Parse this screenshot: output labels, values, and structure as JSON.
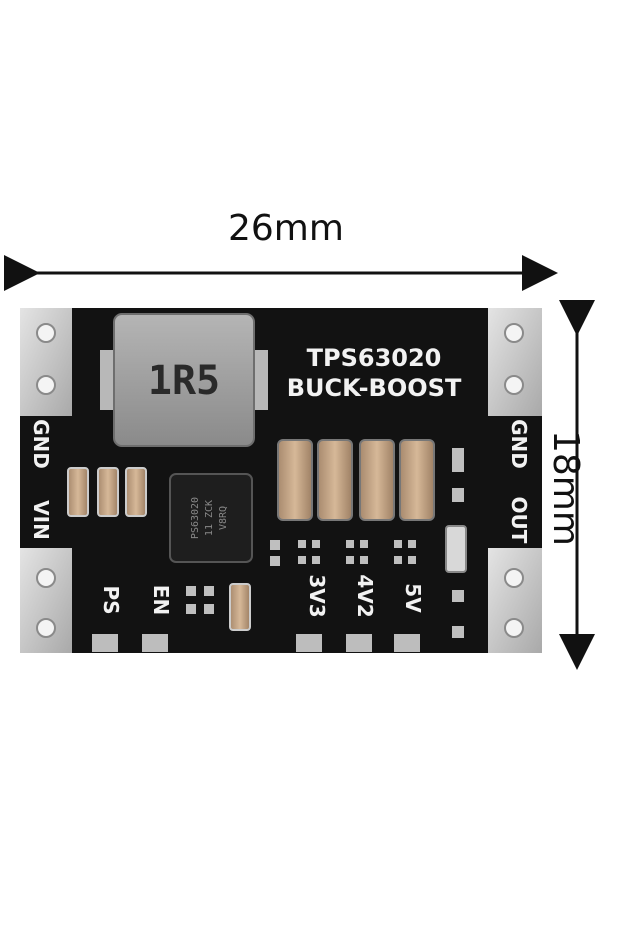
{
  "dimensions": {
    "width": "26mm",
    "height": "18mm"
  },
  "board": {
    "title_line1": "TPS63020",
    "title_line2": "BUCK-BOOST",
    "inductor_marking": "1R5",
    "chip_marking_1": "PS63020",
    "chip_marking_2": "11 ZCK",
    "chip_marking_3": "V8RQ",
    "left_labels": {
      "gnd": "GND",
      "vin": "VIN"
    },
    "right_labels": {
      "gnd": "GND",
      "out": "OUT"
    },
    "bottom_labels": {
      "ps": "PS",
      "en": "EN",
      "v33": "3V3",
      "v42": "4V2",
      "v5": "5V"
    }
  },
  "colors": {
    "pcb": "#121212",
    "silk": "#f2f2f2",
    "pad": "#c9c9c9",
    "inductor": "#9c9c9c",
    "cap": "#c7a98a"
  }
}
